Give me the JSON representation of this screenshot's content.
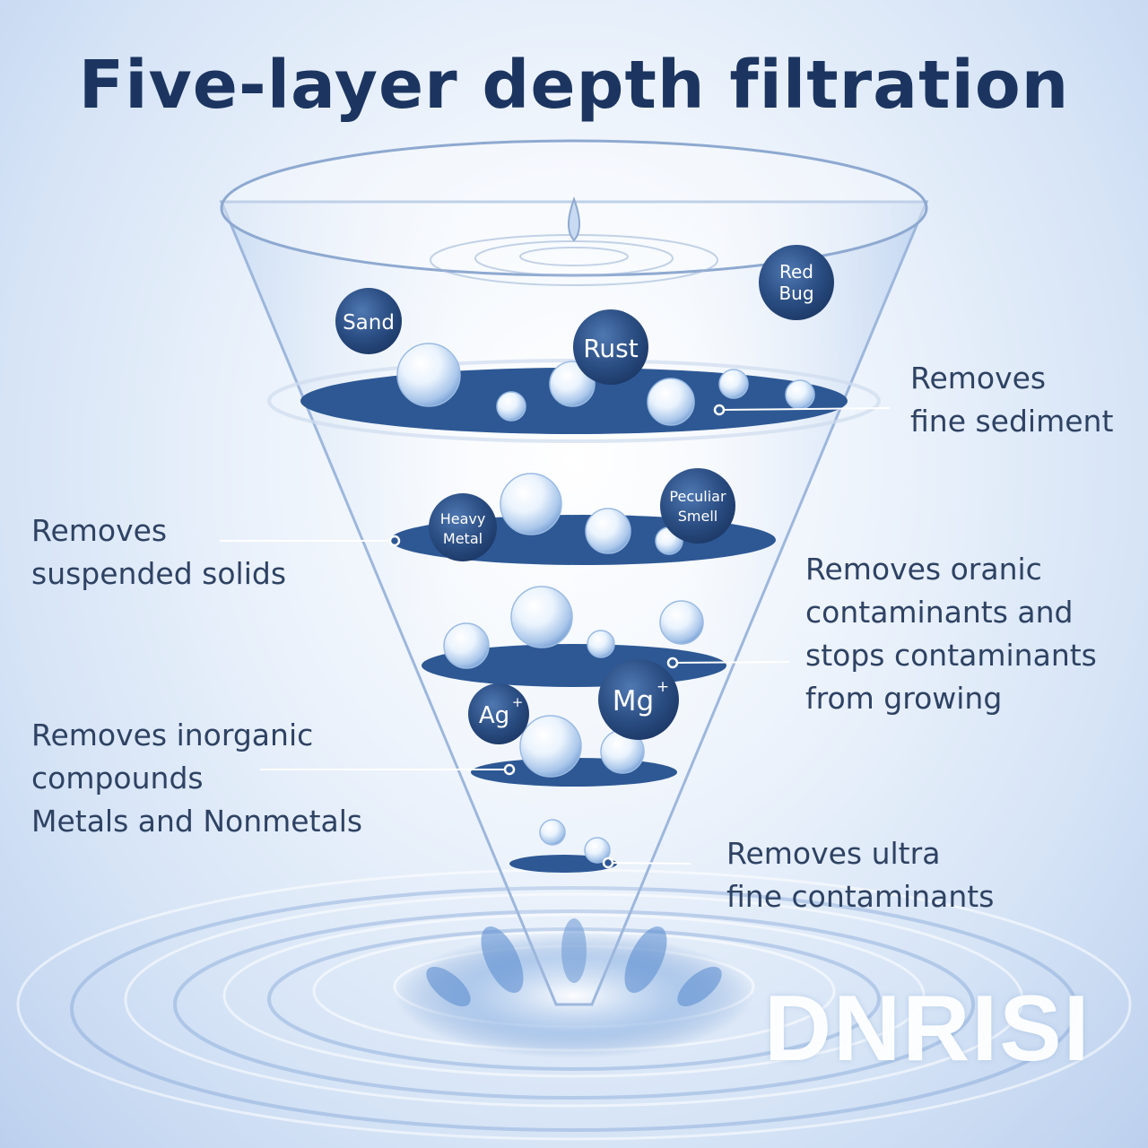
{
  "title": "Five-layer depth filtration",
  "brand": "DNRISI",
  "colors": {
    "title": "#1c3560",
    "disc": "#2d5894",
    "ball": "#2a4d82",
    "label": "#2e4263"
  },
  "contaminants": {
    "sand": "Sand",
    "rust": "Rust",
    "red_bug": [
      "Red",
      "Bug"
    ],
    "heavy_metal": [
      "Heavy",
      "Metal"
    ],
    "peculiar_smell": [
      "Peculiar",
      "Smell"
    ],
    "ag": "Ag",
    "mg": "Mg",
    "ion_charge": "+"
  },
  "layers": [
    {
      "lines": [
        "Removes",
        "fine sediment"
      ]
    },
    {
      "lines": [
        "Removes",
        "suspended solids"
      ]
    },
    {
      "lines": [
        "Removes oranic",
        "contaminants and",
        "stops contaminants",
        "from growing"
      ]
    },
    {
      "lines": [
        "Removes inorganic",
        "compounds",
        "Metals and Nonmetals"
      ]
    },
    {
      "lines": [
        "Removes ultra",
        "fine contaminants"
      ]
    }
  ]
}
